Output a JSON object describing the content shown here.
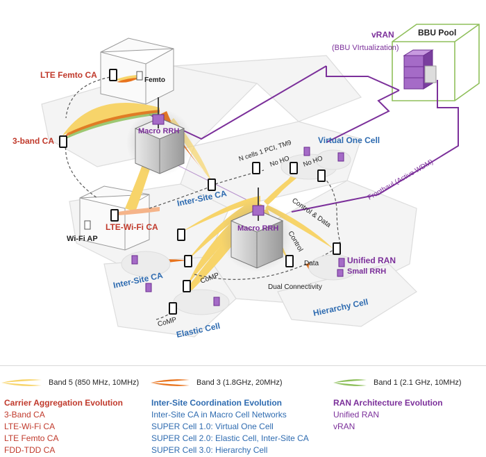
{
  "diagram": {
    "labels": {
      "vran": "vRAN",
      "bbu_virtualization": "(BBU VIrtualization)",
      "bbu_pool": "BBU Pool",
      "lte_femto_ca": "LTE Femto CA",
      "femto": "Femto",
      "three_band_ca": "3-band CA",
      "macro_rrh_1": "Macro RRH",
      "macro_rrh_2": "Macro RRH",
      "n_cells": "N cells 1 PCI, TM9",
      "virtual_one_cell": "Virtual One Cell",
      "no_ho_1": "No HO",
      "no_ho_2": "No HO",
      "fronthaul": "Fronthaul (Active WDM)",
      "inter_site_ca_top": "Inter-Site CA",
      "control_data": "Control & Data",
      "lte_wifi_ca": "LTE-Wi-Fi CA",
      "wifi_ap": "Wi-Fi AP",
      "control": "Control",
      "data": "Data",
      "unified_ran": "Unified RAN",
      "small_rrh": "Small RRH",
      "inter_site_ca_bottom": "Inter-Site CA",
      "comp_1": "CoMP",
      "comp_2": "CoMP",
      "dual_connectivity": "Dual Connectivity",
      "hierarchy_cell": "Hierarchy Cell",
      "elastic_cell": "Elastic Cell"
    }
  },
  "legend": [
    {
      "label": "Band 5 (850 MHz, 10MHz)",
      "color": "#f7d46a",
      "icon": "band5-beam-icon"
    },
    {
      "label": "Band 3 (1.8GHz, 20MHz)",
      "color": "#e8731d",
      "icon": "band3-beam-icon"
    },
    {
      "label": "Band 1 (2.1 GHz, 10MHz)",
      "color": "#8dbf5a",
      "icon": "band1-beam-icon"
    }
  ],
  "evolution": {
    "carrier": {
      "title": "Carrier Aggregation Evolution",
      "items": [
        "3-Band CA",
        "LTE-Wi-Fi CA",
        "LTE Femto CA",
        "FDD-TDD CA"
      ]
    },
    "intersite": {
      "title": "Inter-Site Coordination Evolution",
      "items": [
        "Inter-Site CA in Macro Cell Networks",
        "SUPER Cell 1.0: Virtual One Cell",
        "SUPER Cell 2.0: Elastic Cell, Inter-Site CA",
        "SUPER Cell 3.0: Hierarchy Cell"
      ]
    },
    "ran": {
      "title": "RAN Architecture Evolution",
      "items": [
        "Unified RAN",
        "vRAN"
      ]
    }
  }
}
